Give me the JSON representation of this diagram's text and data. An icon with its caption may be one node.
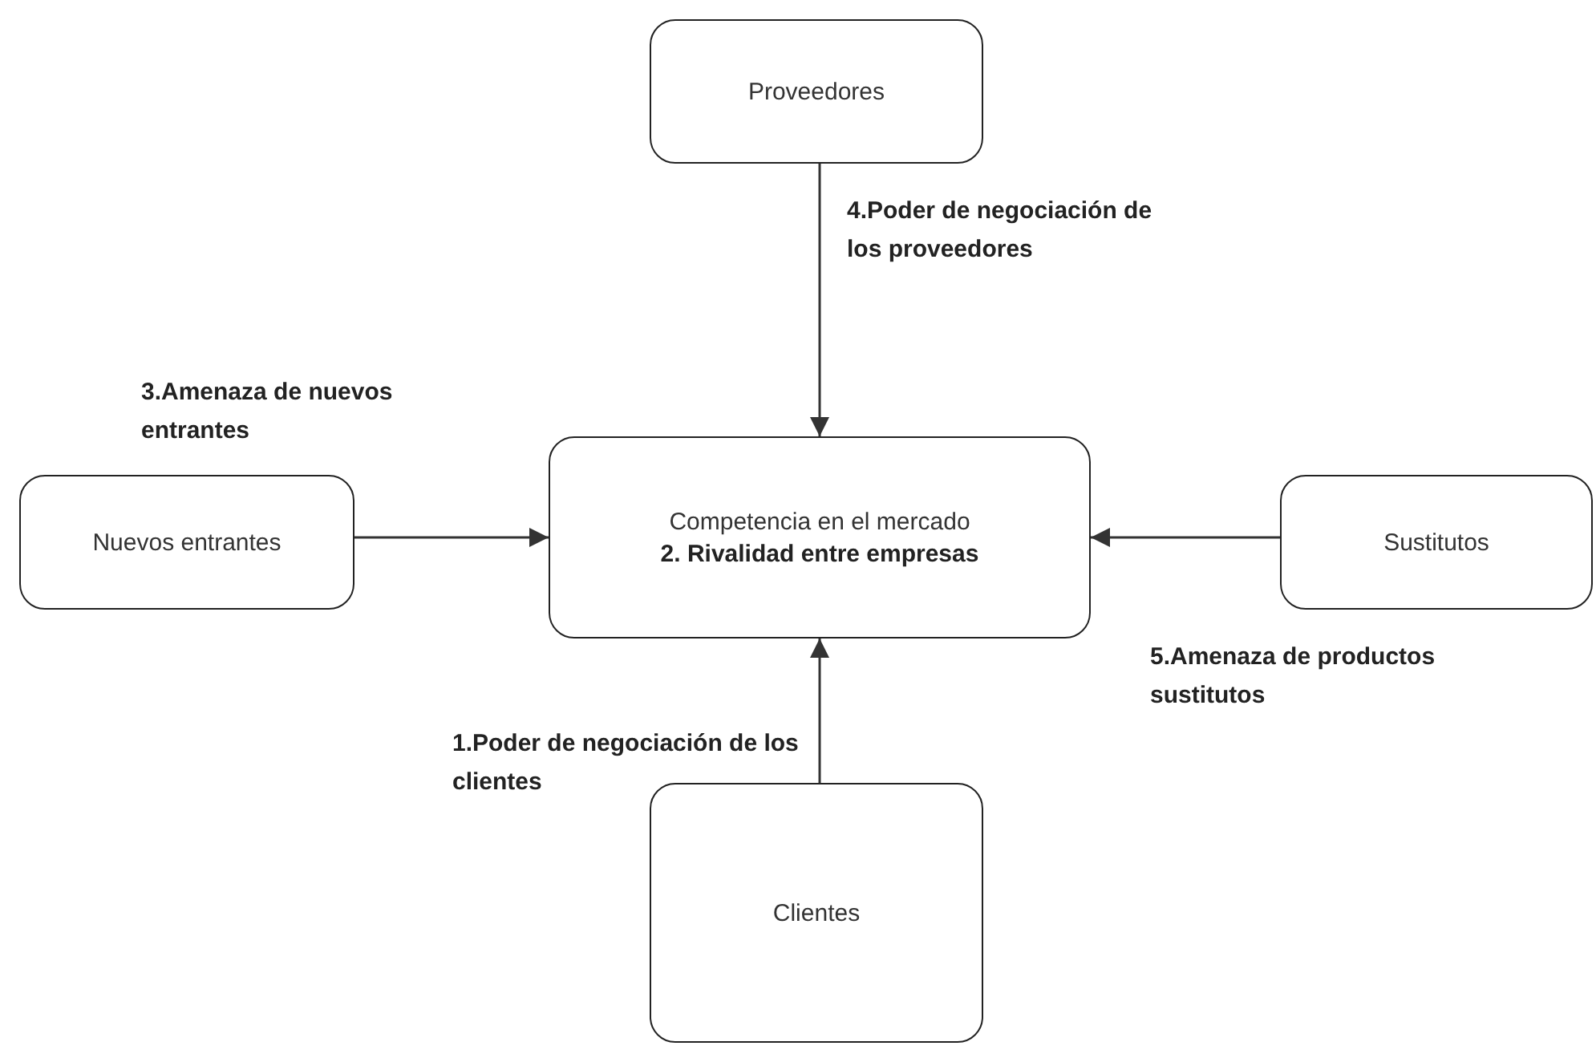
{
  "diagram": {
    "nodes": [
      {
        "text": [
          "Proveedores"
        ]
      },
      {
        "text": [
          "Nuevos entrantes"
        ]
      },
      {
        "text": [
          "Competencia en el mercado",
          "2. Rivalidad entre empresas"
        ]
      },
      {
        "text": [
          "Sustitutos"
        ]
      },
      {
        "text": [
          "Clientes"
        ]
      }
    ],
    "edges": [
      {
        "from": 0,
        "to": 2,
        "arrow": "to",
        "label": "4.Poder de negociación de los proveedores"
      },
      {
        "from": 1,
        "to": 2,
        "arrow": "to",
        "label": "3.Amenaza de nuevos entrantes"
      },
      {
        "from": 3,
        "to": 2,
        "arrow": "to",
        "label": "5.Amenaza de productos sustitutos"
      },
      {
        "from": 4,
        "to": 2,
        "arrow": "to",
        "label": "1.Poder de negociación de los clientes"
      }
    ]
  }
}
